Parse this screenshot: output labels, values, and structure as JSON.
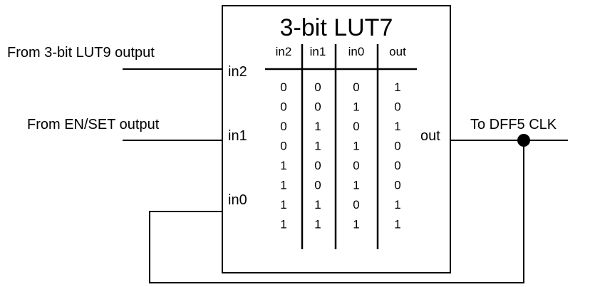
{
  "block": {
    "title": "3-bit LUT7",
    "inputs": [
      "in2",
      "in1",
      "in0"
    ],
    "output": "out"
  },
  "truth_table": {
    "headers": [
      "in2",
      "in1",
      "in0",
      "out"
    ],
    "rows": [
      [
        "0",
        "0",
        "0",
        "1"
      ],
      [
        "0",
        "0",
        "1",
        "0"
      ],
      [
        "0",
        "1",
        "0",
        "1"
      ],
      [
        "0",
        "1",
        "1",
        "0"
      ],
      [
        "1",
        "0",
        "0",
        "0"
      ],
      [
        "1",
        "0",
        "1",
        "0"
      ],
      [
        "1",
        "1",
        "0",
        "1"
      ],
      [
        "1",
        "1",
        "1",
        "1"
      ]
    ]
  },
  "labels": {
    "in2_source": "From 3-bit LUT9 output",
    "in1_source": "From EN/SET output",
    "out_dest": "To DFF5 CLK"
  }
}
